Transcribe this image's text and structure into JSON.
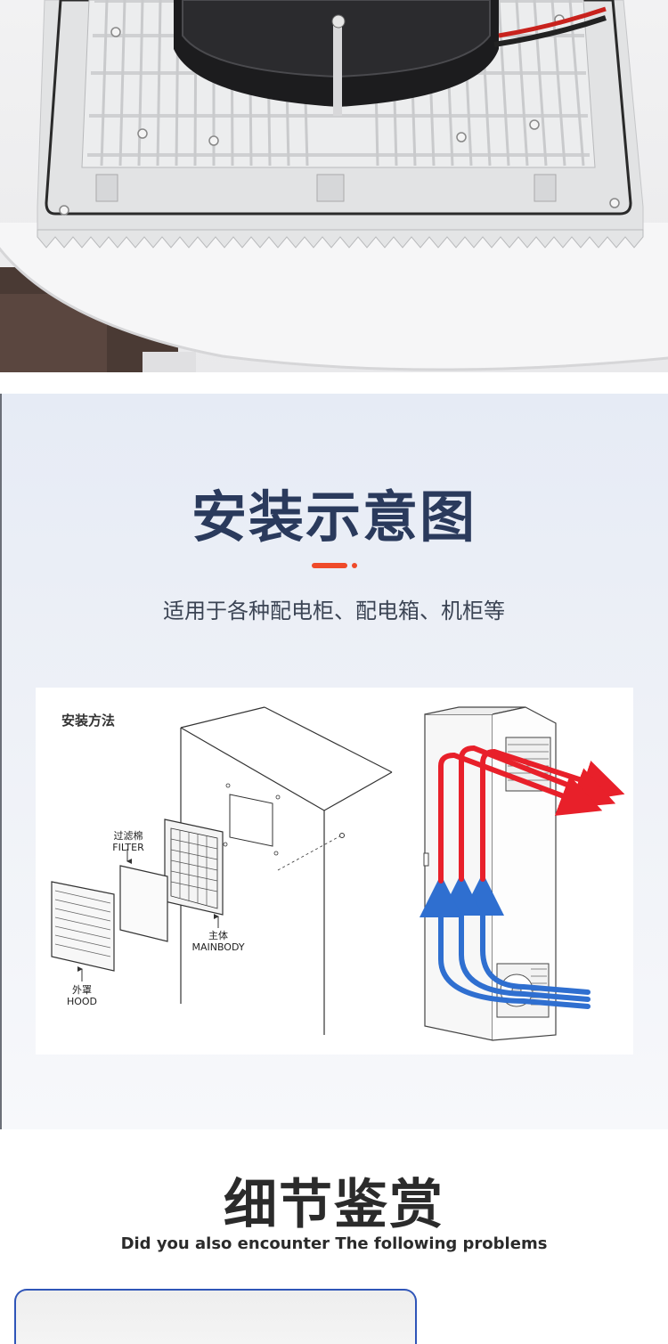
{
  "install": {
    "title": "安装示意图",
    "subtitle": "适用于各种配电柜、配电箱、机柜等",
    "method_label": "安装方法",
    "parts": {
      "filter_cn": "过滤棉",
      "filter_en": "FILTER",
      "mainbody_cn": "主体",
      "mainbody_en": "MAINBODY",
      "hood_cn": "外罩",
      "hood_en": "HOOD"
    }
  },
  "details": {
    "title": "细节鉴赏",
    "subtitle": "Did you also encounter The following problems"
  },
  "colors": {
    "accent": "#ef4a2a",
    "title_navy": "#2a3a5c",
    "hot_air": "#e8202a",
    "cool_air": "#2f6fd0",
    "card_border": "#2f55b8"
  }
}
